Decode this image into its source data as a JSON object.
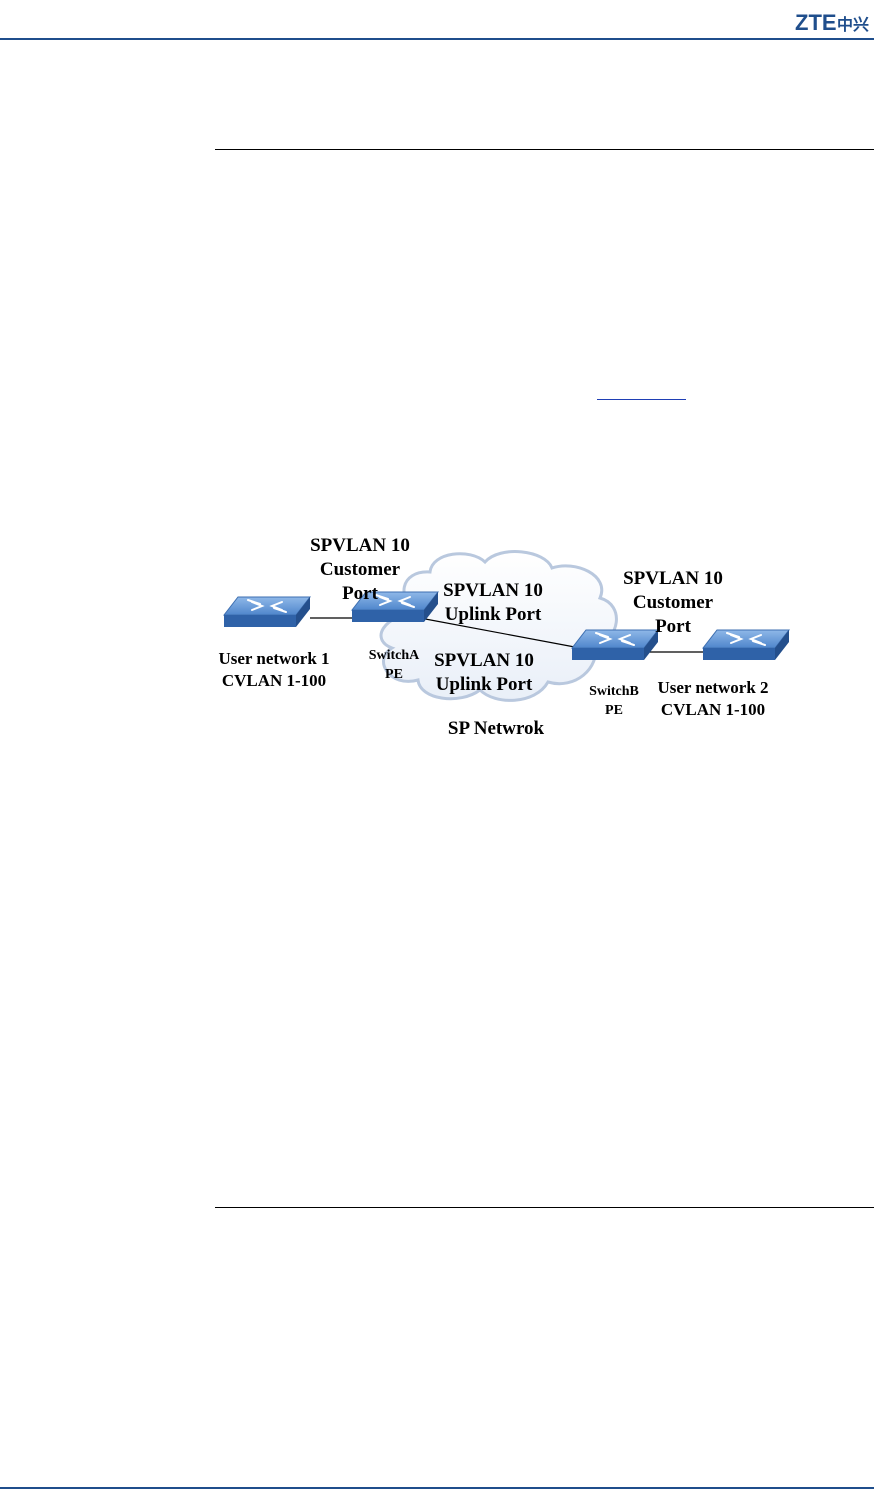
{
  "header": {
    "logo": {
      "latin": "ZTE",
      "chinese": "中兴",
      "color": "#1f4e8c"
    }
  },
  "colors": {
    "rule": "#1f4e8c",
    "switch_top": "#5a93d6",
    "switch_side": "#2a5fa8",
    "cloud": "#c9d7ec"
  },
  "diagram": {
    "switchA": {
      "title_l1": "SPVLAN 10",
      "title_l2": "Customer",
      "title_l3": "Port",
      "name": "SwitchA",
      "role": "PE"
    },
    "cloud_labels": {
      "upper_l1": "SPVLAN 10",
      "upper_l2": "Uplink Port",
      "lower_l1": "SPVLAN 10",
      "lower_l2": "Uplink Port",
      "network": "SP Netwrok"
    },
    "switchB": {
      "title_l1": "SPVLAN 10",
      "title_l2": "Customer",
      "title_l3": "Port",
      "name": "SwitchB",
      "role": "PE"
    },
    "user1": {
      "name": "User network 1",
      "vlan": "CVLAN 1-100"
    },
    "user2": {
      "name": "User network 2",
      "vlan": "CVLAN 1-100"
    }
  }
}
